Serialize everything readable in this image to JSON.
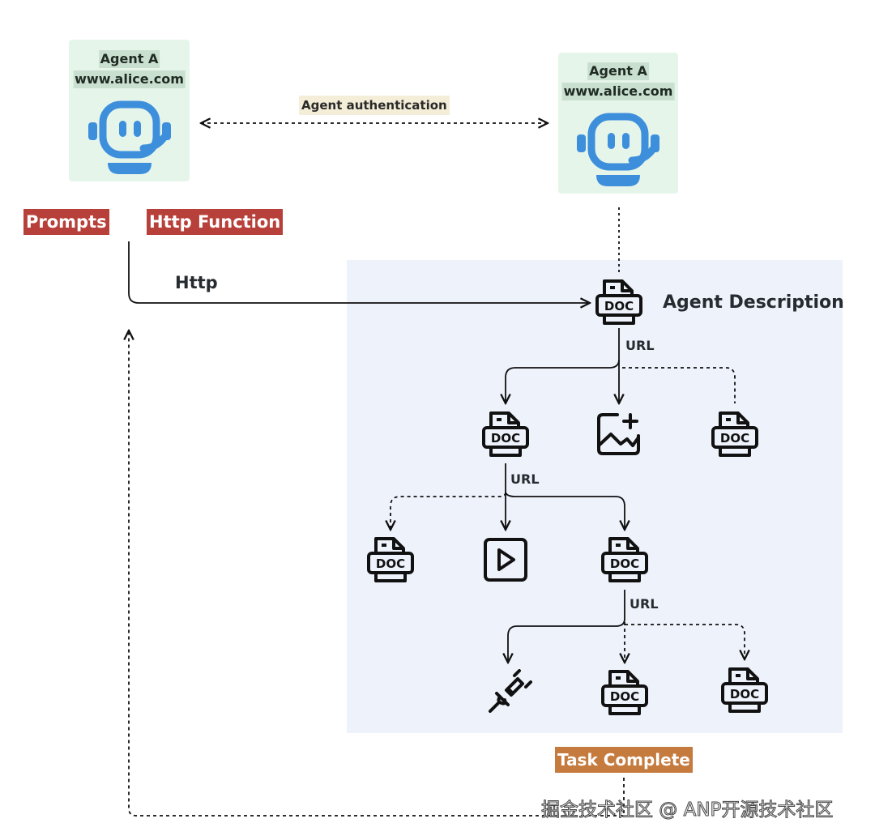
{
  "agents": [
    {
      "name": "Agent A",
      "url": "www.alice.com"
    },
    {
      "name": "Agent A",
      "url": "www.alice.com"
    }
  ],
  "auth_label": "Agent authentication",
  "labels": {
    "prompts": "Prompts",
    "http_function": "Http Function",
    "http": "Http",
    "agent_description": "Agent Description",
    "task_complete": "Task Complete"
  },
  "url_labels": [
    "URL",
    "URL",
    "URL"
  ],
  "icons": {
    "doc_text": "DOC",
    "robot": "robot-headset-icon",
    "image_add": "image-add-icon",
    "video": "play-icon",
    "plug": "plug-icon",
    "doc": "doc-file-icon"
  },
  "colors": {
    "agent_card_bg": "#e6f5ea",
    "robot_blue": "#3d8fdc",
    "label_red": "#b8403a",
    "label_orange": "#c57a3e",
    "panel_bg": "#eef2fb"
  },
  "watermark": "掘金技术社区 @ ANP开源技术社区"
}
